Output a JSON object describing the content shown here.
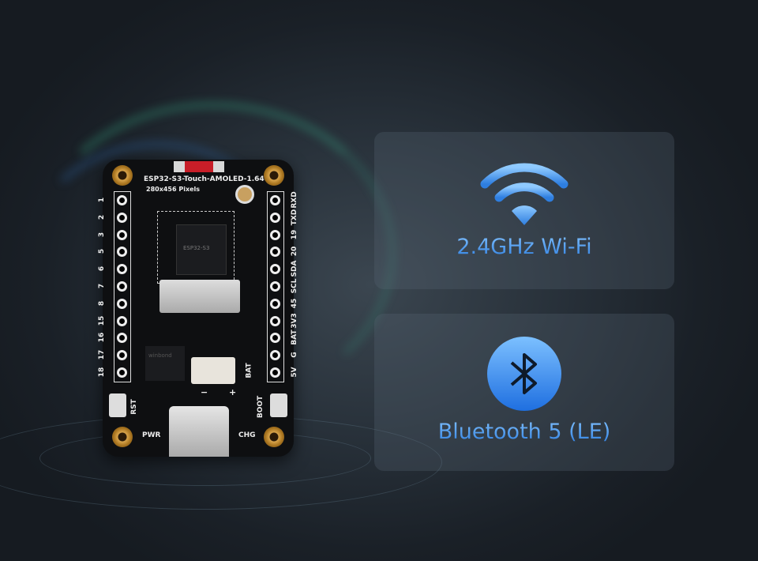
{
  "board": {
    "name": "ESP32-S3-Touch-AMOLED-1.64",
    "resolution": "280x456 Pixels",
    "left_pins": [
      "1",
      "2",
      "3",
      "5",
      "6",
      "7",
      "8",
      "15",
      "16",
      "17",
      "18"
    ],
    "right_pins": [
      "RXD",
      "TXD",
      "19",
      "20",
      "SDA",
      "SCL",
      "45",
      "3V3",
      "BAT",
      "G",
      "5V"
    ],
    "labels": {
      "rst": "RST",
      "boot": "BOOT",
      "pwr": "PWR",
      "chg": "CHG",
      "bat": "BAT",
      "minus": "−",
      "plus": "+"
    },
    "chip_text": "ESP32-S3",
    "flash_text": "winbond"
  },
  "features": [
    {
      "icon": "wifi-icon",
      "label": "2.4GHz Wi-Fi"
    },
    {
      "icon": "bluetooth-icon",
      "label": "Bluetooth 5 (LE)"
    }
  ],
  "colors": {
    "accent": "#3d8ef0",
    "background": "#1b2128"
  }
}
